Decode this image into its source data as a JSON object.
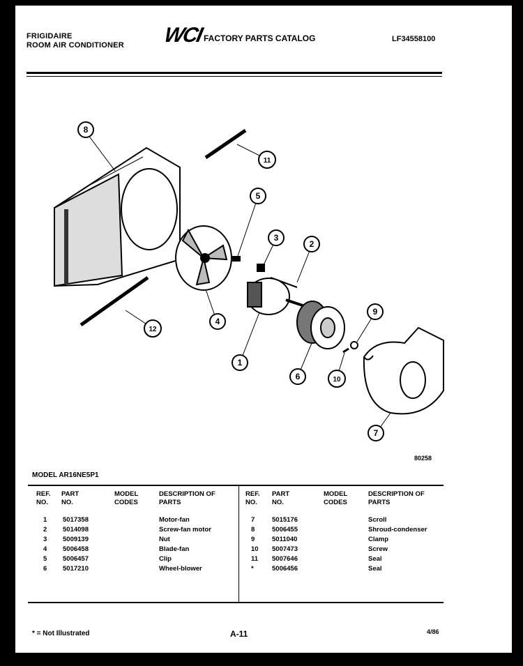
{
  "header": {
    "brand": "FRIGIDAIRE",
    "product": "ROOM AIR CONDITIONER",
    "logo": "WCI",
    "catalog_title": "FACTORY PARTS CATALOG",
    "doc_number": "LF34558100"
  },
  "figure_code": "80258",
  "model_line": "MODEL AR16NE5P1",
  "table": {
    "headers": [
      "REF. NO.",
      "PART NO.",
      "MODEL CODES",
      "DESCRIPTION OF PARTS"
    ],
    "left": [
      {
        "ref": "1",
        "part": "5017358",
        "codes": "",
        "desc": "Motor-fan"
      },
      {
        "ref": "2",
        "part": "5014098",
        "codes": "",
        "desc": "Screw-fan motor"
      },
      {
        "ref": "3",
        "part": "5009139",
        "codes": "",
        "desc": "Nut"
      },
      {
        "ref": "4",
        "part": "5006458",
        "codes": "",
        "desc": "Blade-fan"
      },
      {
        "ref": "5",
        "part": "5006457",
        "codes": "",
        "desc": "Clip"
      },
      {
        "ref": "6",
        "part": "5017210",
        "codes": "",
        "desc": "Wheel-blower"
      }
    ],
    "right": [
      {
        "ref": "7",
        "part": "5015176",
        "codes": "",
        "desc": "Scroll"
      },
      {
        "ref": "8",
        "part": "5006455",
        "codes": "",
        "desc": "Shroud-condenser"
      },
      {
        "ref": "9",
        "part": "5011040",
        "codes": "",
        "desc": "Clamp"
      },
      {
        "ref": "10",
        "part": "5007473",
        "codes": "",
        "desc": "Screw"
      },
      {
        "ref": "11",
        "part": "5007646",
        "codes": "",
        "desc": "Seal"
      },
      {
        "ref": "*",
        "part": "5006456",
        "codes": "",
        "desc": "Seal"
      }
    ]
  },
  "callouts": [
    "1",
    "2",
    "3",
    "4",
    "5",
    "6",
    "7",
    "8",
    "9",
    "10",
    "11",
    "12"
  ],
  "footer": {
    "note": "* = Not Illustrated",
    "page": "A-11",
    "date": "4/86"
  }
}
